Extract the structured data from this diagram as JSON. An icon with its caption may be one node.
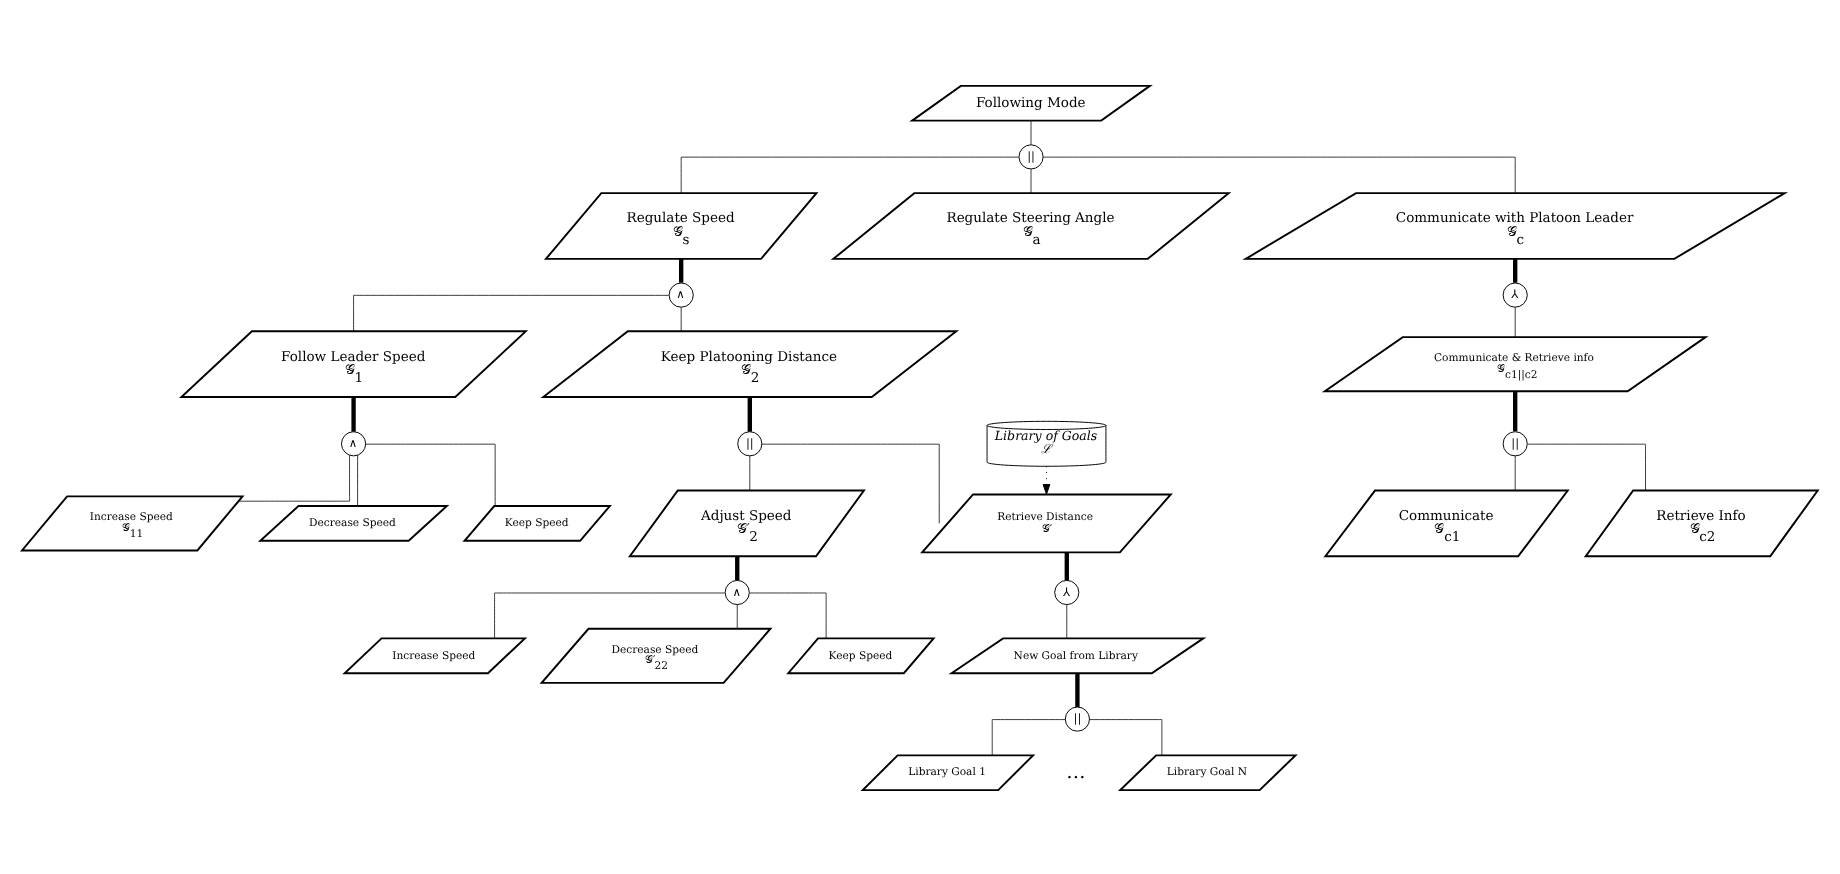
{
  "diagram": {
    "nodes": [
      {
        "text": [
          "Following Mode"
        ]
      },
      {
        "text": [
          "||"
        ]
      },
      {
        "text": [
          "Regulate Speed",
          "𝒢$_{s}$"
        ]
      },
      {
        "text": [
          "Regulate Steering Angle",
          "𝒢$_{a}$"
        ]
      },
      {
        "text": [
          "Communicate with Platoon Leader",
          "𝒢$_{c}$"
        ]
      },
      {
        "text": [
          "∧"
        ]
      },
      {
        "text": [
          "Follow Leader Speed",
          "𝒢$_{1}$"
        ]
      },
      {
        "text": [
          "Keep Platooning Distance",
          "𝒢$_{2}$"
        ]
      },
      {
        "text": [
          "⅄"
        ]
      },
      {
        "text": [
          "Communicate & Retrieve info",
          "𝒢$_{c1||c2}$"
        ]
      },
      {
        "text": [
          "∧"
        ]
      },
      {
        "text": [
          "Increase Speed",
          "𝒢$_{11}$"
        ]
      },
      {
        "text": [
          "Decrease Speed"
        ]
      },
      {
        "text": [
          "Keep Speed"
        ]
      },
      {
        "text": [
          "||"
        ]
      },
      {
        "text": [
          "Adjust Speed",
          "𝒢′$_{2}$"
        ]
      },
      {
        "text": [
          "Retrieve Distance",
          "𝒢′"
        ]
      },
      {
        "text": [
          "⅄"
        ]
      },
      {
        "text": [
          "New Goal from Library"
        ]
      },
      {
        "text": [
          "∧"
        ]
      },
      {
        "text": [
          "Increase Speed"
        ]
      },
      {
        "text": [
          "Decrease Speed",
          "𝒢′$_{22}$"
        ]
      },
      {
        "text": [
          "Keep Speed"
        ]
      },
      {
        "text": [
          "Library of Goals",
          "ℒ"
        ]
      },
      {
        "text": [
          "||"
        ]
      },
      {
        "text": [
          "Library Goal 1"
        ]
      },
      {
        "text": [
          "Library Goal N"
        ]
      },
      {
        "text": [
          "||"
        ]
      },
      {
        "text": [
          "Communicate",
          "𝒢$_{c1}$"
        ]
      },
      {
        "text": [
          "Retrieve Info",
          "𝒢$_{c2}$"
        ]
      }
    ],
    "edges": [
      {
        "from": 0,
        "to": 1,
        "arrow": "none"
      },
      {
        "from": 1,
        "to": 2,
        "arrow": "none"
      },
      {
        "from": 1,
        "to": 3,
        "arrow": "none"
      },
      {
        "from": 1,
        "to": 4,
        "arrow": "none"
      },
      {
        "from": 2,
        "to": 5,
        "arrow": "none",
        "style": "thick"
      },
      {
        "from": 5,
        "to": 6,
        "arrow": "none"
      },
      {
        "from": 5,
        "to": 7,
        "arrow": "none"
      },
      {
        "from": 4,
        "to": 8,
        "arrow": "none",
        "style": "thick"
      },
      {
        "from": 8,
        "to": 9,
        "arrow": "none"
      },
      {
        "from": 6,
        "to": 10,
        "arrow": "none",
        "style": "thick"
      },
      {
        "from": 10,
        "to": 11,
        "arrow": "none"
      },
      {
        "from": 10,
        "to": 12,
        "arrow": "none"
      },
      {
        "from": 10,
        "to": 13,
        "arrow": "none"
      },
      {
        "from": 7,
        "to": 14,
        "arrow": "none",
        "style": "thick"
      },
      {
        "from": 14,
        "to": 15,
        "arrow": "none"
      },
      {
        "from": 14,
        "to": 16,
        "arrow": "none"
      },
      {
        "from": 16,
        "to": 17,
        "arrow": "none",
        "style": "thick"
      },
      {
        "from": 17,
        "to": 18,
        "arrow": "none"
      },
      {
        "from": 15,
        "to": 19,
        "arrow": "none",
        "style": "thick"
      },
      {
        "from": 19,
        "to": 20,
        "arrow": "none"
      },
      {
        "from": 19,
        "to": 21,
        "arrow": "none"
      },
      {
        "from": 19,
        "to": 22,
        "arrow": "none"
      },
      {
        "from": 23,
        "to": 16,
        "arrow": "to",
        "style": "dashed"
      },
      {
        "from": 18,
        "to": 24,
        "arrow": "none",
        "style": "thick"
      },
      {
        "from": 24,
        "to": 25,
        "arrow": "none"
      },
      {
        "from": 24,
        "to": 26,
        "arrow": "none"
      },
      {
        "from": 9,
        "to": 27,
        "arrow": "none",
        "style": "thick"
      },
      {
        "from": 27,
        "to": 28,
        "arrow": "none"
      },
      {
        "from": 27,
        "to": 29,
        "arrow": "none"
      }
    ],
    "labels": [
      "…"
    ]
  }
}
